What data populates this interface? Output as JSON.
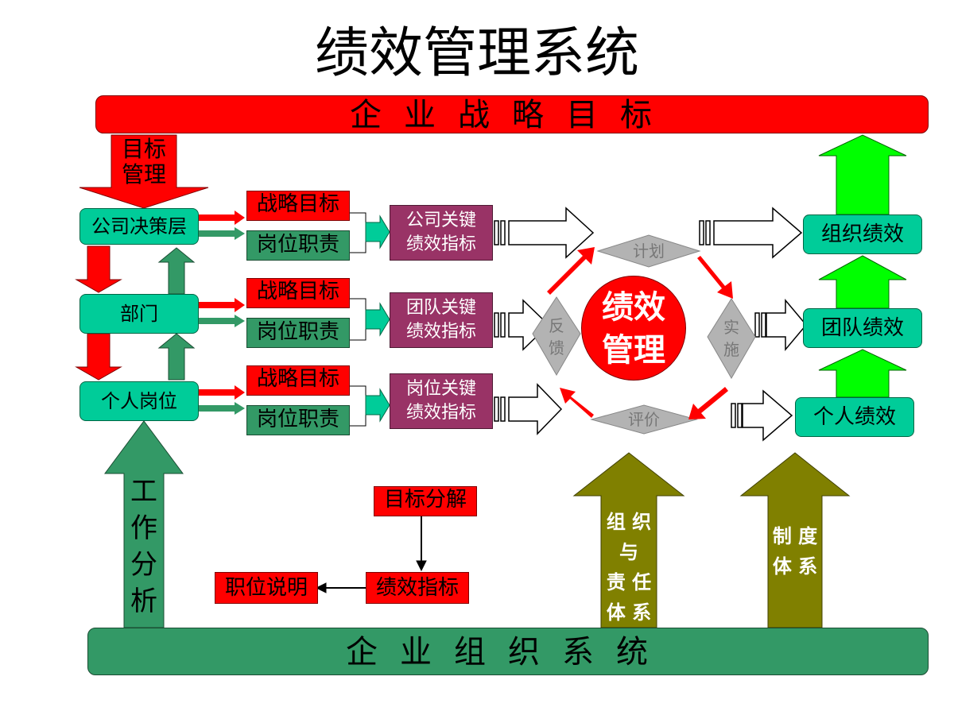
{
  "title": "绩效管理系统",
  "top_bar": "企业战略目标",
  "bottom_bar": "企业组织系统",
  "target_mgmt": [
    "目标",
    "管理"
  ],
  "levels": [
    {
      "label": "公司决策层",
      "strategy": "战略目标",
      "duty": "岗位职责",
      "kpi": [
        "公司关键",
        "绩效指标"
      ],
      "result": "组织绩效"
    },
    {
      "label": "部门",
      "strategy": "战略目标",
      "duty": "岗位职责",
      "kpi": [
        "团队关键",
        "绩效指标"
      ],
      "result": "团队绩效"
    },
    {
      "label": "个人岗位",
      "strategy": "战略目标",
      "duty": "岗位职责",
      "kpi": [
        "岗位关键",
        "绩效指标"
      ],
      "result": "个人绩效"
    }
  ],
  "center": {
    "line1": "绩效",
    "line2": "管理"
  },
  "cycle": {
    "plan": "计划",
    "implement": [
      "实",
      "施"
    ],
    "evaluate": "评价",
    "feedback": [
      "反",
      "馈"
    ]
  },
  "work_analysis": [
    "工",
    "作",
    "分",
    "析"
  ],
  "org_responsibility": [
    "组 织",
    "与",
    "责 任",
    "体 系"
  ],
  "institution": [
    "制 度",
    "体 系"
  ],
  "legend": {
    "decompose": "目标分解",
    "indicator": "绩效指标",
    "job_desc": "职位说明"
  },
  "colors": {
    "red": "#ff0000",
    "teal": "#00cc99",
    "green": "#339966",
    "purple": "#993366",
    "olive": "#808000",
    "lime": "#00ff00"
  }
}
